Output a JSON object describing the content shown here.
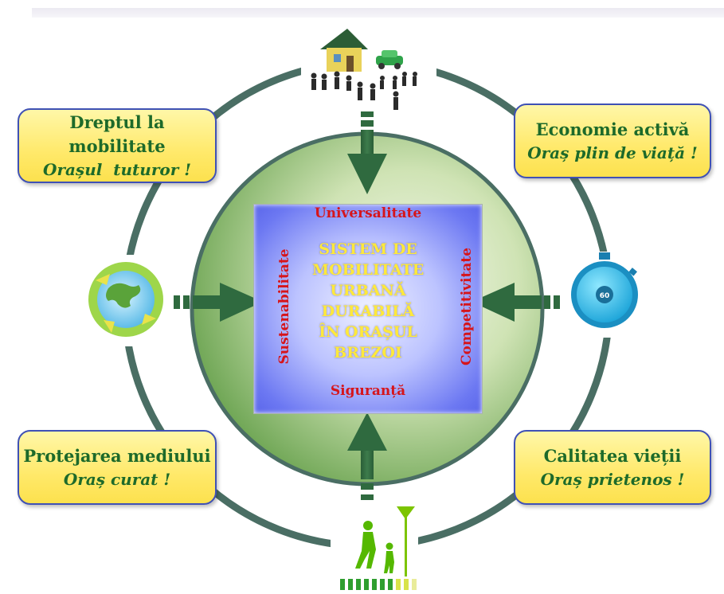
{
  "diagram": {
    "center": {
      "title": "SISTEM DE MOBILITATE URBANĂ DURABILĂ ÎN ORAȘUL BREZOI",
      "top": "Universalitate",
      "bottom": "Siguranță",
      "left": "Sustenabilitate",
      "right": "Competitivitate"
    },
    "boxes": {
      "top_left": {
        "line1": "Dreptul la mobilitate",
        "line2": "Orașul  tuturor !"
      },
      "top_right": {
        "line1": "Economie activă",
        "line2": "Oraș plin de viață !"
      },
      "bottom_left": {
        "line1": "Protejarea mediului",
        "line2": "Oraș curat !"
      },
      "bottom_right": {
        "line1": "Calitatea vieții",
        "line2": "Oraș prietenos !"
      }
    },
    "stopwatch_text": "60",
    "icons": [
      "house-car-people-icon",
      "recycling-globe-icon",
      "stopwatch-icon",
      "pedestrian-crossing-icon"
    ],
    "colors": {
      "ring": "#4a6e64",
      "circle_fill": "#8fbf6a",
      "arrow": "#2f6a3f",
      "box_fill": "#ffe96a",
      "box_border": "#3f51b5",
      "box_text": "#1d6a2a",
      "center_title": "#ffe93b",
      "center_labels": "#d6151b"
    }
  }
}
